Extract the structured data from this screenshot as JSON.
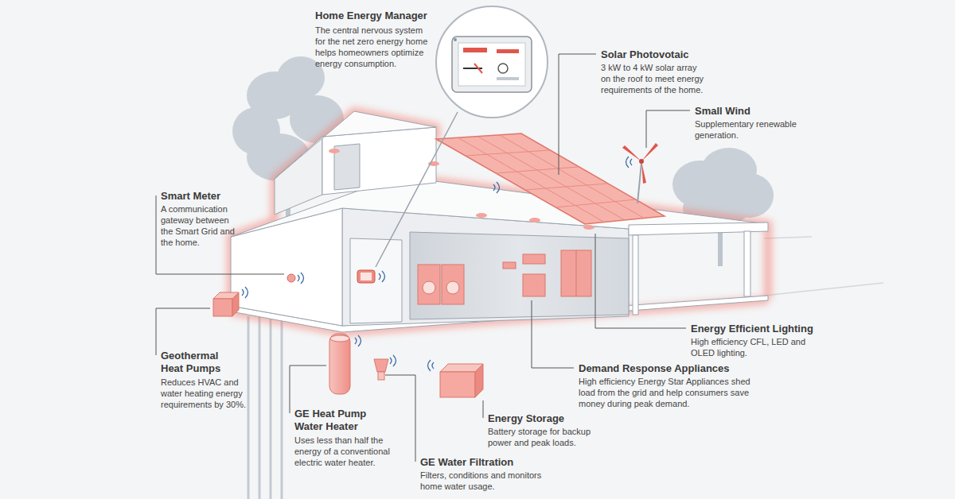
{
  "diagram": {
    "labels": [
      "Home Energy Manager",
      "The central nervous system for the net zero energy home helps homeowners optimize energy consumption.",
      "Solar Photovotaic",
      "3 kW to 4 kW solar array on the roof to meet energy requirements of the home.",
      "Small Wind",
      "Supplementary renewable generation.",
      "Smart Meter",
      "A communication gateway between the Smart Grid and the home.",
      "Energy Efficient Lighting",
      "High efficiency CFL, LED and OLED lighting.",
      "Demand Response Appliances",
      "High efficiency Energy Star Appliances shed load from the grid and help consumers save money during peak demand.",
      "Geothermal Heat Pumps",
      "Reduces HVAC and water heating energy requirements by 30%.",
      "GE Heat Pump Water Heater",
      "Uses less than half the energy of a conventional electric water heater.",
      "Energy Storage",
      "Battery storage for backup power and peak loads.",
      "GE Water Filtration",
      "Filters, conditions and monitors home water usage."
    ]
  }
}
